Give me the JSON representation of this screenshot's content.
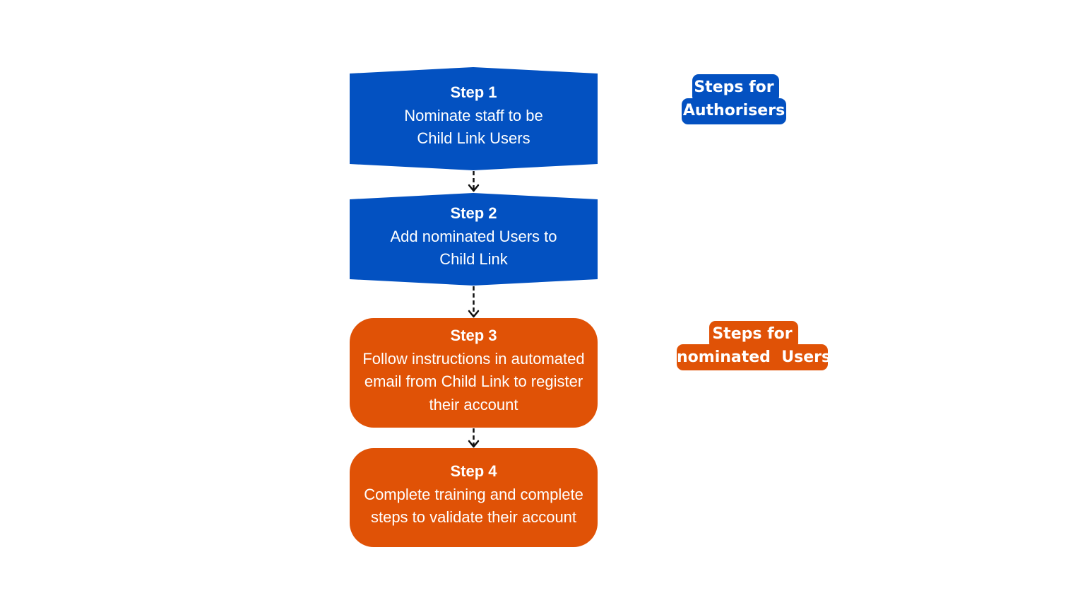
{
  "colors": {
    "authoriser_blue": "#0351c1",
    "user_orange": "#e05206",
    "arrow": "#111111",
    "background": "#ffffff"
  },
  "steps": [
    {
      "label": "Step 1",
      "description": "Nominate staff to be Child Link Users",
      "group": "authorisers"
    },
    {
      "label": "Step 2",
      "description": "Add nominated Users to Child Link",
      "group": "authorisers"
    },
    {
      "label": "Step 3",
      "description": "Follow instructions in automated email from Child Link to register their account",
      "group": "users"
    },
    {
      "label": "Step 4",
      "description": "Complete training and complete steps to validate their account",
      "group": "users"
    }
  ],
  "legend": {
    "authorisers": {
      "line1": "Steps for",
      "line2": "Authorisers"
    },
    "users": {
      "line1": "Steps for",
      "line2": "nominated  Users"
    }
  }
}
